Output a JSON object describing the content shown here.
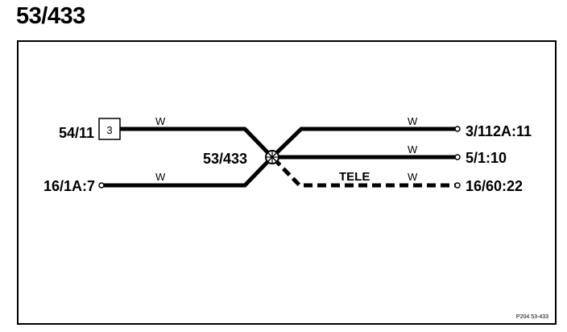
{
  "title": "53/433",
  "junction": {
    "label": "53/433"
  },
  "connectors": {
    "left_top": {
      "label": "54/11",
      "box": "3"
    },
    "left_bottom": {
      "label": "16/1A:7"
    },
    "right_1": {
      "label": "3/112A:11"
    },
    "right_2": {
      "label": "5/1:10"
    },
    "right_3": {
      "label": "16/60:22"
    }
  },
  "wires": {
    "left_top": {
      "color_code": "W"
    },
    "left_bottom": {
      "color_code": "W"
    },
    "right_1": {
      "color_code": "W"
    },
    "right_2": {
      "color_code": "W"
    },
    "right_3": {
      "color_code": "W",
      "tag": "TELE",
      "style": "dashed"
    }
  },
  "footer": {
    "reference": "P204  53-433"
  },
  "colors": {
    "line": "#000000",
    "background": "#ffffff"
  }
}
